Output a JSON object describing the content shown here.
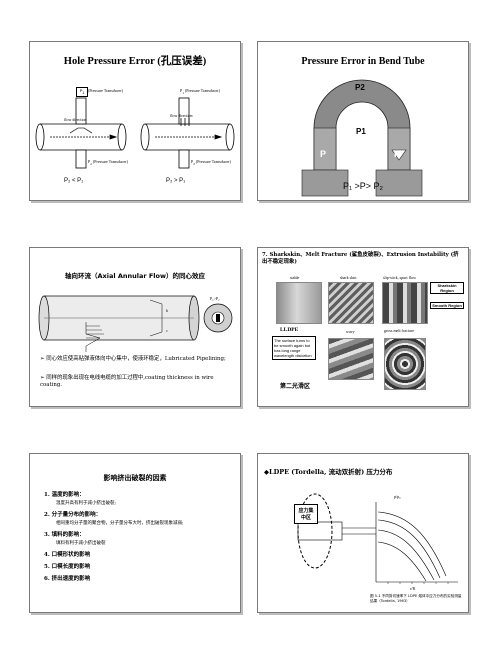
{
  "slides": {
    "s1": {
      "title": "Hole Pressure Error (孔压误差)",
      "left_p1": "P",
      "left_p1_sub": "1",
      "left_p1_note": "(Pressure Transducer)",
      "left_p2": "P",
      "left_p2_sub": "2",
      "left_p2_note": "(Pressure Transducer)",
      "right_p1": "P",
      "right_p1_sub": "1",
      "right_p1_note": "(Pressure Transducer)",
      "right_p2": "P",
      "right_p2_sub": "2",
      "right_p2_note": "(Pressure Transducer)",
      "flow_left": "flow direction",
      "flow_right": "flow direction",
      "cap_left": "P₂ < P₁",
      "cap_right": "P₂ > P₁"
    },
    "s2": {
      "title": "Pressure Error in Bend Tube",
      "p2": "P2",
      "p1": "P1",
      "p_left": "P",
      "p_right": "P",
      "relation": "P₁ >P> P₂"
    },
    "s3": {
      "title": "轴向环流（Axial Annular Flow）的同心效应",
      "label_b": "b",
      "label_c": "c",
      "p_label": "P₁>P₂",
      "bullet1": "同心效应使高粘弹液体向中心集中，使液环稳定，Lubricated Pipelining;",
      "bullet2": "同样的现象出现在电线电缆的加工过程中,coating thickness in wire coating."
    },
    "s4": {
      "title": "7. Sharkskin、Melt Fracture (鲨鱼皮破裂)、Extrusion Instability (挤出不稳定现象)",
      "col1": "stable",
      "col2": "shark skin",
      "col3": "slip-stick, spurt flow",
      "region1": "Sharkskin Region",
      "region2": "Smooth Region",
      "lldpe": "LLDPE",
      "wavy": "wavy",
      "gross": "gross melt fracture",
      "note": "The surface turns to be smooth again but has long range wavelength distortion",
      "second": "第二光滑区"
    },
    "s5": {
      "title": "影响挤出破裂的因素",
      "items": [
        {
          "h": "1. 温度的影响：",
          "d": "温度升高有利于减小挤出破裂;"
        },
        {
          "h": "2. 分子量分布的影响：",
          "d": "相同重均分子量的聚合物，分子量分布大时，挤出破裂现象减弱;"
        },
        {
          "h": "3. 填料的影响：",
          "d": "填料有利于减小挤出破裂"
        },
        {
          "h": "4. 口模形状的影响",
          "d": ""
        },
        {
          "h": "5. 口模长度的影响",
          "d": ""
        },
        {
          "h": "6. 挤出速度的影响",
          "d": ""
        }
      ]
    },
    "s6": {
      "title": "LDPE (Tordella, 流动双折射) 压力分布",
      "callout": "应力集中区",
      "graph_title": "p/p₀",
      "caption": "图 5-1  不同剪切速率下 LDPE 熔体中应力分布的实验测量结果（Tordella, 1963）",
      "x_axis": "r/R"
    }
  }
}
